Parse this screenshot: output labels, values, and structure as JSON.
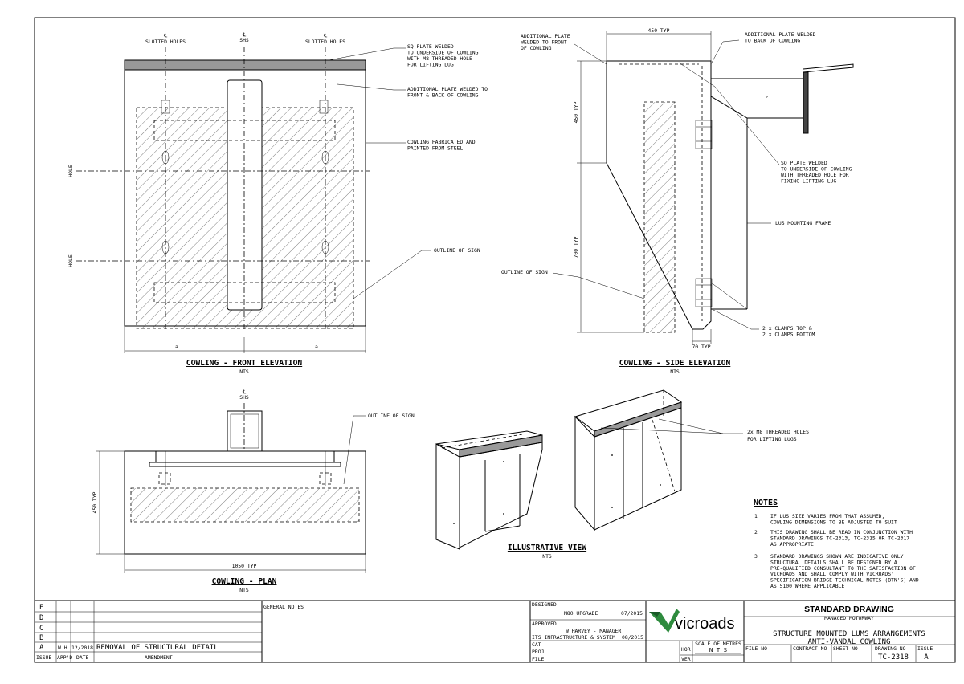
{
  "front_elevation": {
    "title": "COWLING - FRONT ELEVATION",
    "scale": "NTS",
    "cl_slotted_left": "SLOTTED HOLES",
    "cl_shs": "SHS",
    "cl_slotted_right": "SLOTTED HOLES",
    "cl_hole_1": "HOLE",
    "cl_hole_2": "HOLE",
    "dim_a": "a",
    "dim_b": "a",
    "callouts": [
      [
        "SQ PLATE WELDED",
        "TO UNDERSIDE OF COWLING",
        "WITH M8 THREADED HOLE",
        "FOR LIFTING LUG"
      ],
      [
        "ADDITIONAL PLATE WELDED TO",
        "FRONT & BACK OF COWLING"
      ],
      [
        "COWLING FABRICATED AND",
        "PAINTED FROM STEEL"
      ],
      [
        "OUTLINE OF SIGN"
      ]
    ]
  },
  "side_elevation": {
    "title": "COWLING - SIDE ELEVATION",
    "scale": "NTS",
    "dim_top": "450 TYP",
    "dim_v1": "450 TYP",
    "dim_v2": "700 TYP",
    "dim_bottom": "70 TYP",
    "callouts": {
      "front_plate": [
        "ADDITIONAL PLATE",
        "WELDED TO FRONT",
        "OF COWLING"
      ],
      "back_plate": [
        "ADDITIONAL PLATE WELDED",
        "TO BACK OF COWLING"
      ],
      "sq_plate": [
        "SQ PLATE WELDED",
        "TO UNDERSIDE OF COWLING",
        "WITH THREADED HOLE FOR",
        "FIXING LIFTING LUG"
      ],
      "frame": [
        "LUS MOUNTING FRAME"
      ],
      "sign": [
        "OUTLINE OF SIGN"
      ],
      "clamps": [
        "2 x CLAMPS TOP &",
        "2 x CLAMPS BOTTOM"
      ]
    }
  },
  "plan": {
    "title": "COWLING - PLAN",
    "scale": "NTS",
    "cl_shs": "SHS",
    "dim_v": "450 TYP",
    "dim_h": "1050 TYP",
    "callout_sign": [
      "OUTLINE OF SIGN"
    ]
  },
  "illustrative": {
    "title": "ILLUSTRATIVE VIEW",
    "scale": "NTS",
    "callout_holes": [
      "2x M8 THREADED HOLES",
      "FOR LIFTING LUGS"
    ]
  },
  "notes": {
    "title": "NOTES",
    "items": [
      {
        "num": "1",
        "lines": [
          "IF LUS SIZE VARIES FROM THAT ASSUMED,",
          "COWLING DIMENSIONS TO BE ADJUSTED TO SUIT"
        ]
      },
      {
        "num": "2",
        "lines": [
          "THIS DRAWING SHALL BE READ IN CONJUNCTION WITH",
          "STANDARD DRAWINGS TC-2313, TC-2315 OR TC-2317",
          "AS APPROPRIATE"
        ]
      },
      {
        "num": "3",
        "lines": [
          "STANDARD DRAWINGS SHOWN ARE INDICATIVE ONLY",
          "STRUCTURAL DETAILS SHALL BE DESIGNED BY A",
          "PRE-QUALIFIED CONSULTANT TO THE SATISFACTION OF",
          "VICROADS  AND SHALL COMPLY WITH VICROADS'",
          "SPECIFICATION BRIDGE TECHNICAL NOTES (BTN'S) AND",
          "AS 5100 WHERE APPLICABLE"
        ]
      }
    ]
  },
  "title_block": {
    "issues": [
      "E",
      "D",
      "C",
      "B",
      "A"
    ],
    "issue_a_app": "W H",
    "issue_a_date": "12/2018",
    "issue_a_amendment": "REMOVAL OF STRUCTURAL DETAIL",
    "hdr_issue": "ISSUE",
    "hdr_appd": "APP'D",
    "hdr_date": "DATE",
    "hdr_amendment": "AMENDMENT",
    "general_notes": "GENERAL NOTES",
    "designed_label": "DESIGNED",
    "designed_value": "M80 UPGRADE",
    "designed_date": "07/2015",
    "approved_label": "APPROVED",
    "approved_name": "W HARVEY - MANAGER",
    "approved_dept": "ITS INFRASTRUCTURE & SYSTEM",
    "approved_date": "08/2015",
    "cat_label": "CAT",
    "proj_label": "PROJ",
    "file_label": "FILE",
    "logo_text": "vicroads",
    "hor_label": "HOR",
    "ver_label": "VER",
    "scale_label": "SCALE OF METRES",
    "scale_value": "N T S",
    "std_title": "STANDARD DRAWING",
    "std_subtitle": "MANAGED MOTORWAY",
    "drawing_title": "STRUCTURE MOUNTED LUMS ARRANGEMENTS",
    "drawing_subtitle": "ANTI-VANDAL COWLING",
    "file_no_label": "FILE NO",
    "contract_no_label": "CONTRACT NO",
    "sheet_no_label": "SHEET NO",
    "drawing_no_label": "DRAWING NO",
    "issue_label": "ISSUE",
    "drawing_no": "TC-2318",
    "issue_value": "A"
  }
}
